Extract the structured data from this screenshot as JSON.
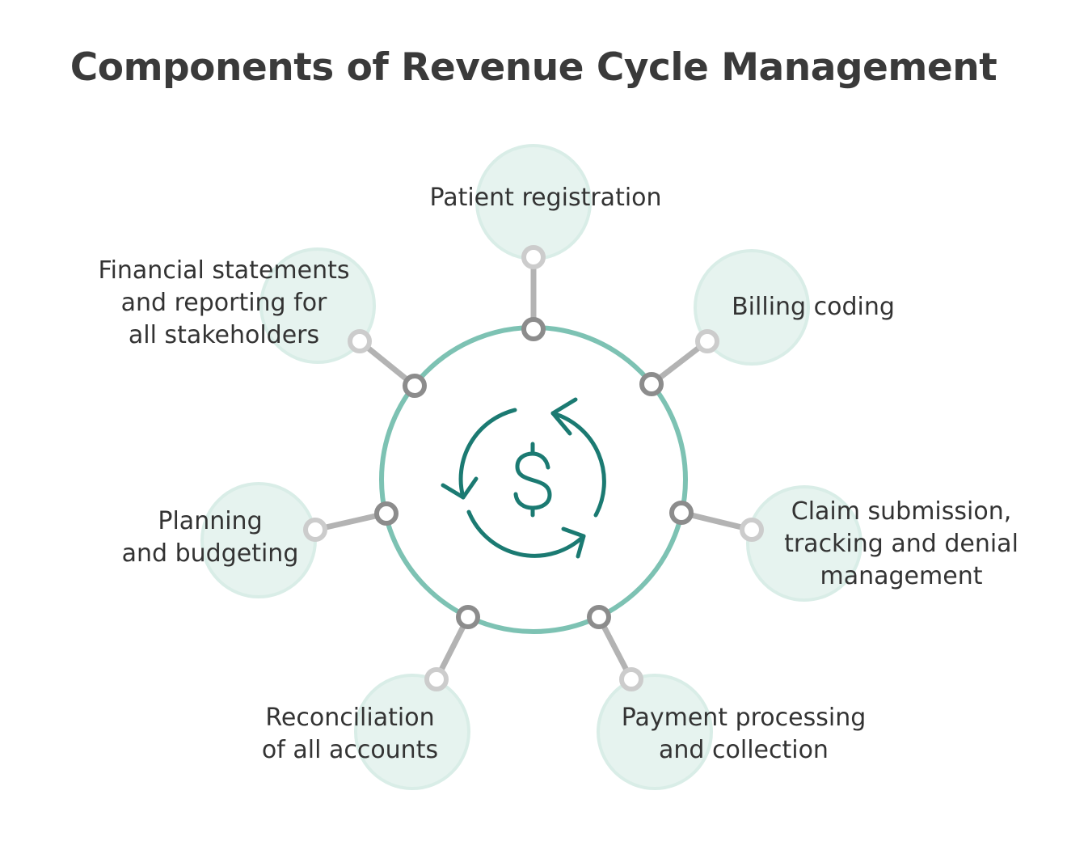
{
  "title": "Components of Revenue Cycle Management",
  "colors": {
    "ring": "#7dc2b3",
    "bubble_fill": "#e6f3ef",
    "bubble_stroke": "#d9ede7",
    "connector": "#b3b3b3",
    "node_outer": "#8c8c8c",
    "node_inner": "#cccccc",
    "icon": "#1b7a72",
    "text": "#333333"
  },
  "center_icon": "dollar-cycle-icon",
  "components": [
    {
      "id": "patient-registration",
      "lines": [
        "Patient registration"
      ]
    },
    {
      "id": "billing-coding",
      "lines": [
        "Billing coding"
      ]
    },
    {
      "id": "claim-submission",
      "lines": [
        "Claim submission,",
        "tracking and denial",
        "management"
      ]
    },
    {
      "id": "payment-processing",
      "lines": [
        "Payment processing",
        "and collection"
      ]
    },
    {
      "id": "reconciliation",
      "lines": [
        "Reconciliation",
        "of all accounts"
      ]
    },
    {
      "id": "planning-budgeting",
      "lines": [
        "Planning",
        "and budgeting"
      ]
    },
    {
      "id": "financial-statements",
      "lines": [
        "Financial statements",
        "and reporting for",
        "all stakeholders"
      ]
    }
  ]
}
